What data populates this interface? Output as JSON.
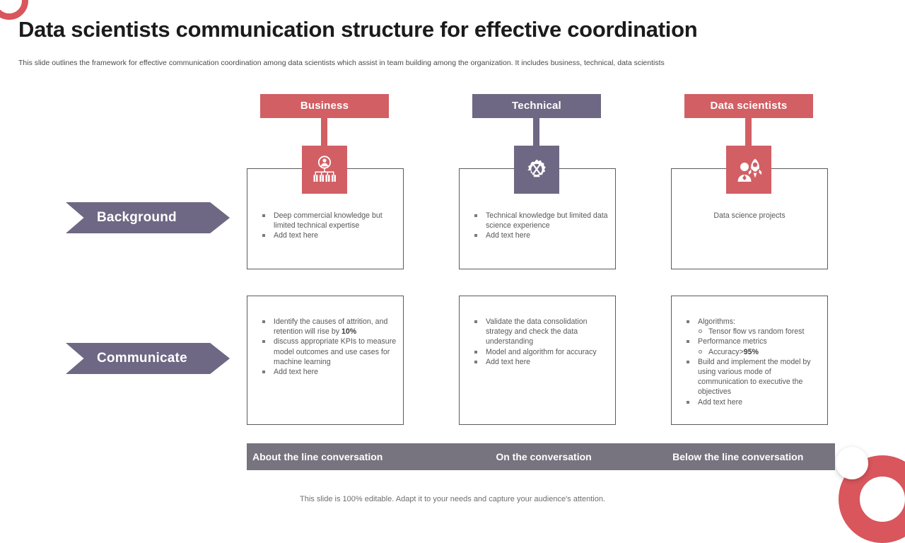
{
  "theme": {
    "red": "#D15F64",
    "purple": "#6E6884",
    "bar_gray": "#77737F",
    "text_gray": "#58585b"
  },
  "header": {
    "title": "Data scientists communication structure for effective coordination",
    "subtitle": "This slide outlines the framework for effective  communication coordination among data scientists which assist in team building among the organization. It includes business, technical, data scientists"
  },
  "columns": [
    {
      "label": "Business",
      "color": "#D15F64",
      "icon": "org-chart-icon"
    },
    {
      "label": "Technical",
      "color": "#6E6884",
      "icon": "gear-tools-icon"
    },
    {
      "label": "Data scientists",
      "color": "#D15F64",
      "icon": "person-rocket-icon"
    }
  ],
  "rows": [
    {
      "label": "Background",
      "cells": [
        {
          "type": "bullets",
          "items": [
            {
              "text": "Deep commercial knowledge but limited technical expertise"
            },
            {
              "text": "Add text here"
            }
          ]
        },
        {
          "type": "bullets",
          "items": [
            {
              "text": "Technical knowledge but limited data science experience"
            },
            {
              "text": "Add text here"
            }
          ]
        },
        {
          "type": "plain",
          "text": "Data science projects"
        }
      ]
    },
    {
      "label": "Communicate",
      "cells": [
        {
          "type": "bullets",
          "items": [
            {
              "html": "Identify the causes of attrition, and retention will rise by <b>10%</b>"
            },
            {
              "text": "discuss appropriate KPIs to measure model outcomes and use cases for machine learning"
            },
            {
              "text": "Add text here"
            }
          ]
        },
        {
          "type": "bullets",
          "items": [
            {
              "text": "Validate the data consolidation strategy and check the data understanding"
            },
            {
              "text": "Model and algorithm for accuracy"
            },
            {
              "text": "Add text here"
            }
          ]
        },
        {
          "type": "bullets",
          "items": [
            {
              "text": "Algorithms:",
              "sub": [
                "Tensor flow vs random forest"
              ]
            },
            {
              "text": "Performance metrics",
              "sub_html": [
                "Accuracy><b>95%</b>"
              ]
            },
            {
              "text": "Build and implement the model by using various mode of communication to executive the objectives"
            },
            {
              "text": "Add text here"
            }
          ]
        }
      ]
    }
  ],
  "bottom_bar": {
    "cells": [
      "About the line conversation",
      "On the conversation",
      "Below the line conversation"
    ]
  },
  "footer": {
    "note": "This slide is 100% editable. Adapt it to your needs and capture your audience's attention."
  }
}
